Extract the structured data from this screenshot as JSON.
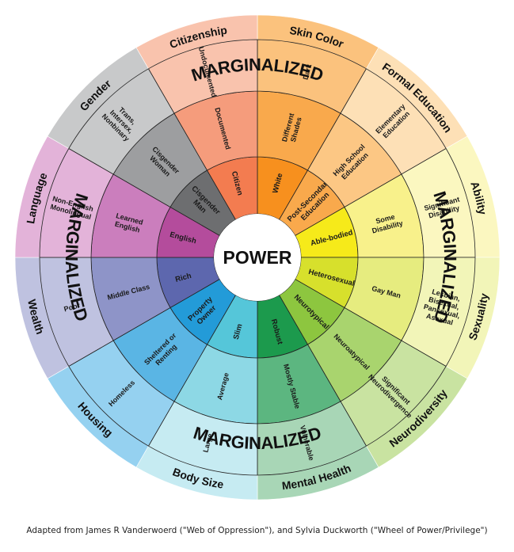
{
  "center_label": "POWER",
  "marginalized_label": "MARGINALIZED",
  "credit": "Adapted from James  R Vanderwoerd (\"Web of Oppression\"), and Sylvia Duckworth (\"Wheel of Power/Privilege\")",
  "categories": [
    {
      "name": "Skin Color",
      "colors": [
        "#f7901e",
        "#f9a94c",
        "#fbc27d"
      ],
      "levels": {
        "power": "White",
        "mid": "Different Shades",
        "marg": "Dark"
      }
    },
    {
      "name": "Formal Education",
      "colors": [
        "#f9a94c",
        "#fcc784",
        "#fde0b6"
      ],
      "levels": {
        "power": "Post-Secondary Education",
        "mid": "High School Education",
        "marg": "Elementary Education"
      }
    },
    {
      "name": "Ability",
      "colors": [
        "#f6ea1a",
        "#f8f18b",
        "#fbf7c0"
      ],
      "levels": {
        "power": "Able-bodied",
        "mid": "Some Disability",
        "marg": "Significant Disability"
      }
    },
    {
      "name": "Sexuality",
      "colors": [
        "#d7e02c",
        "#e6ec7f",
        "#f2f5b8"
      ],
      "levels": {
        "power": "Heterosexual",
        "mid": "Gay Man",
        "marg": "Lesbian, Bisexual, Pansexual, Asexual"
      }
    },
    {
      "name": "Neurodiversity",
      "colors": [
        "#8dc63f",
        "#a9d46e",
        "#c9e3a1"
      ],
      "levels": {
        "power": "Neurotypical",
        "mid": "Neuroatypical",
        "marg": "Significant Neurodivergence"
      }
    },
    {
      "name": "Mental Health",
      "colors": [
        "#1c9a4d",
        "#5cb680",
        "#a8d6b6"
      ],
      "levels": {
        "power": "Robust",
        "mid": "Mostly Stable",
        "marg": "Vulnerable"
      }
    },
    {
      "name": "Body Size",
      "colors": [
        "#55c6d9",
        "#8dd8e5",
        "#c6ebf2"
      ],
      "levels": {
        "power": "Slim",
        "mid": "Average",
        "marg": "Large"
      }
    },
    {
      "name": "Housing",
      "colors": [
        "#239bd8",
        "#5ab5e4",
        "#95d1f0"
      ],
      "levels": {
        "power": "Property Owner",
        "mid": "Sheltered or Renting",
        "marg": "Homeless"
      }
    },
    {
      "name": "Wealth",
      "colors": [
        "#5d67ae",
        "#8e94c8",
        "#bfc2e0"
      ],
      "levels": {
        "power": "Rich",
        "mid": "Middle Class",
        "marg": "Poor"
      }
    },
    {
      "name": "Language",
      "colors": [
        "#b44c9c",
        "#cb7ebd",
        "#e3b3d9"
      ],
      "levels": {
        "power": "English",
        "mid": "Learned English",
        "marg": "Non-English Monolingual"
      }
    },
    {
      "name": "Gender",
      "colors": [
        "#6d6e70",
        "#9d9ea0",
        "#c8c9ca"
      ],
      "levels": {
        "power": "Cisgender Man",
        "mid": "Cisgender Woman",
        "marg": "Trans, Intersex, Nonbinary"
      }
    },
    {
      "name": "Citizenship",
      "colors": [
        "#f37c50",
        "#f59c7c",
        "#f9c3ad"
      ],
      "levels": {
        "power": "Citizen",
        "mid": "Documented",
        "marg": "Undocumented"
      }
    }
  ]
}
